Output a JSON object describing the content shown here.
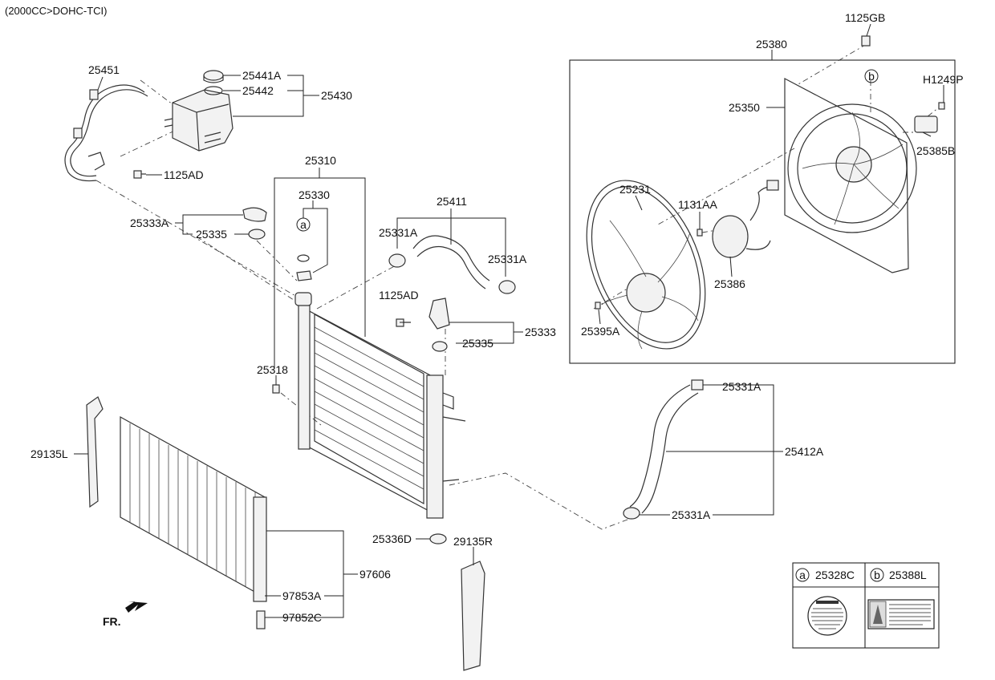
{
  "header": {
    "engine_caption": "(2000CC>DOHC-TCI)"
  },
  "parts": {
    "p25451": "25451",
    "p25441A": "25441A",
    "p25442": "25442",
    "p25430": "25430",
    "p1125AD_top": "1125AD",
    "p25310": "25310",
    "p25330": "25330",
    "p25333A": "25333A",
    "p25335_left": "25335",
    "p25411": "25411",
    "p25331A_1": "25331A",
    "p25331A_2": "25331A",
    "p1125AD_mid": "1125AD",
    "p25333": "25333",
    "p25335_right": "25335",
    "p25318": "25318",
    "p29135L": "29135L",
    "p25336D": "25336D",
    "p29135R": "29135R",
    "p97606": "97606",
    "p97853A": "97853A",
    "p97852C": "97852C",
    "p1125GB": "1125GB",
    "p25380": "25380",
    "pH1249P": "H1249P",
    "p25350": "25350",
    "p25385B": "25385B",
    "p25231": "25231",
    "p1131AA": "1131AA",
    "p25386": "25386",
    "p25395A": "25395A",
    "p25331A_3": "25331A",
    "p25412A": "25412A",
    "p25331A_4": "25331A"
  },
  "callouts": {
    "a_marker": "a",
    "b_marker": "b",
    "a_marker_legend": "a",
    "b_marker_legend": "b"
  },
  "legend": {
    "a_part": "25328C",
    "b_part": "25388L"
  },
  "orientation": {
    "label": "FR."
  },
  "icons": {
    "fr_arrow": "arrow-left-down-icon",
    "caution_label_a": "round-caution-label-icon",
    "caution_label_b": "rect-caution-label-icon"
  }
}
